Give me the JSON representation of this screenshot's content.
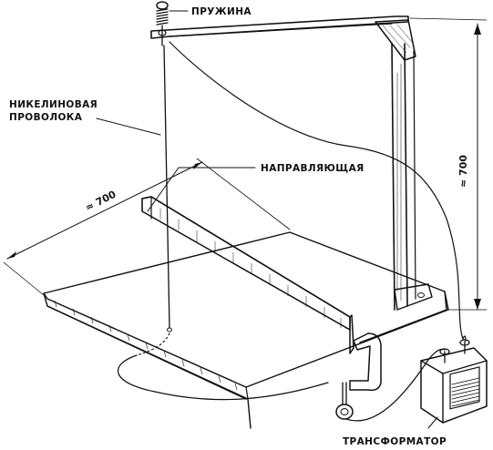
{
  "labels": {
    "spring": "ПРУЖИНА",
    "wire_line1": "НИКЕЛИНОВАЯ",
    "wire_line2": "ПРОВОЛОКА",
    "guide": "НАПРАВЛЯЮЩАЯ",
    "transformer": "ТРАНСФОРМАТОР"
  },
  "dimensions": {
    "table_width": "≈ 700",
    "height": "≈ 700"
  },
  "colors": {
    "ink": "#111111",
    "background": "#ffffff"
  }
}
